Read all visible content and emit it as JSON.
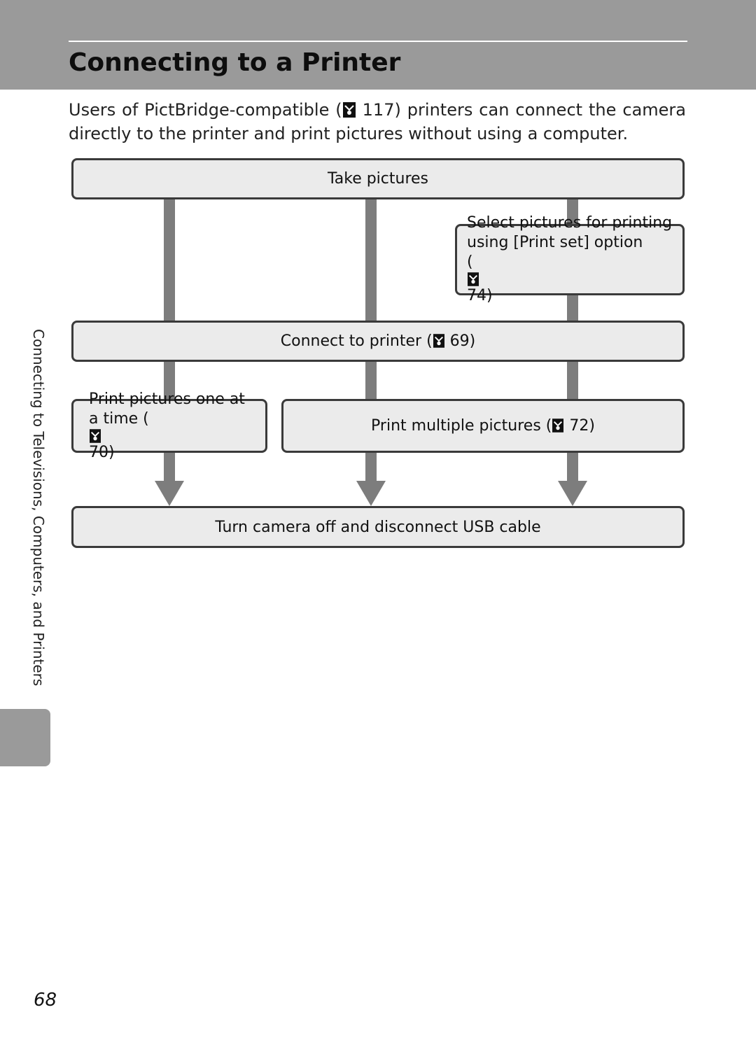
{
  "page": {
    "title": "Connecting to a Printer",
    "intro_line1": {
      "before": "Users of PictBridge-compatible (",
      "after": " 117) printers can connect the camera"
    },
    "intro_line2": "directly to the printer and print pictures without using a computer.",
    "side_label": "Connecting to Televisions, Computers, and Printers",
    "page_number": "68"
  },
  "flow": {
    "take_pictures": "Take pictures",
    "select_pictures": {
      "line1": "Select pictures for printing",
      "line2": "using [Print set] option",
      "line3_before": "(",
      "line3_after": " 74)"
    },
    "connect_printer": {
      "before": "Connect to printer (",
      "after": " 69)"
    },
    "print_one": {
      "line1": "Print pictures one at",
      "line2_before": "a time (",
      "line2_after": " 70)"
    },
    "print_multiple": {
      "before": "Print multiple pictures (",
      "after": " 72)"
    },
    "turn_off": "Turn camera off and disconnect USB cable"
  },
  "icons": {
    "reference": "reference-mark-icon"
  },
  "colors": {
    "header_band": "#9a9a9a",
    "box_fill": "#ebebeb",
    "box_border": "#3a3a3a",
    "connector": "#7d7d7d"
  }
}
